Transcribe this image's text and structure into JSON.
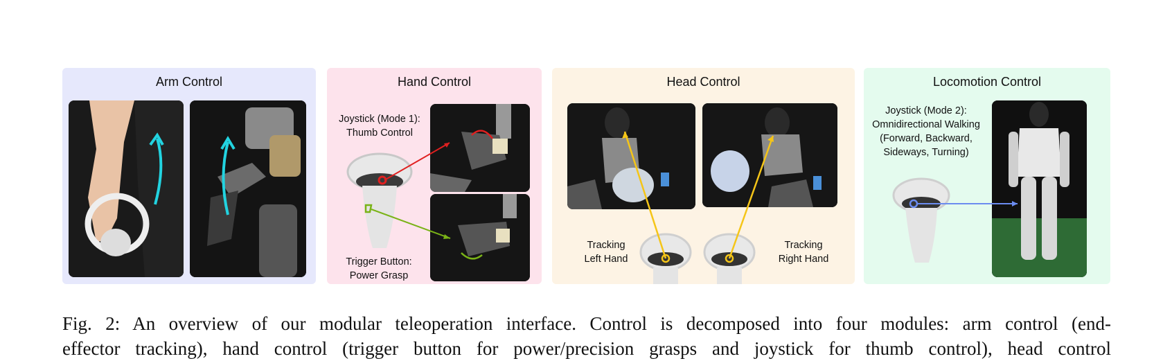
{
  "figure": {
    "panels": {
      "arm": {
        "title": "Arm Control",
        "bg": "#e6e8fc"
      },
      "hand": {
        "title": "Hand Control",
        "bg": "#fde3ec",
        "joystick_line1": "Joystick (Mode 1):",
        "joystick_line2": "Thumb Control",
        "trigger_line1": "Trigger Button:",
        "trigger_line2": "Power Grasp"
      },
      "head": {
        "title": "Head Control",
        "bg": "#fdf3e4",
        "left_line1": "Tracking",
        "left_line2": "Left Hand",
        "right_line1": "Tracking",
        "right_line2": "Right Hand"
      },
      "locomotion": {
        "title": "Locomotion Control",
        "bg": "#e4fbee",
        "line1": "Joystick (Mode 2):",
        "line2": "Omnidirectional Walking",
        "line3": "(Forward, Backward,",
        "line4": "Sideways, Turning)"
      }
    },
    "colors": {
      "arm_arrow": "#22d3e0",
      "hand_red": "#e02020",
      "hand_green": "#7ab317",
      "head_yellow": "#f5c518",
      "loco_blue": "#6b8cf0"
    },
    "caption_line1": "Fig. 2: An overview of our modular teleoperation interface. Control is decomposed into four modules: arm control (end-",
    "caption_line2": "effector tracking), hand control (trigger button for power/precision grasps and joystick for thumb control), head control"
  }
}
